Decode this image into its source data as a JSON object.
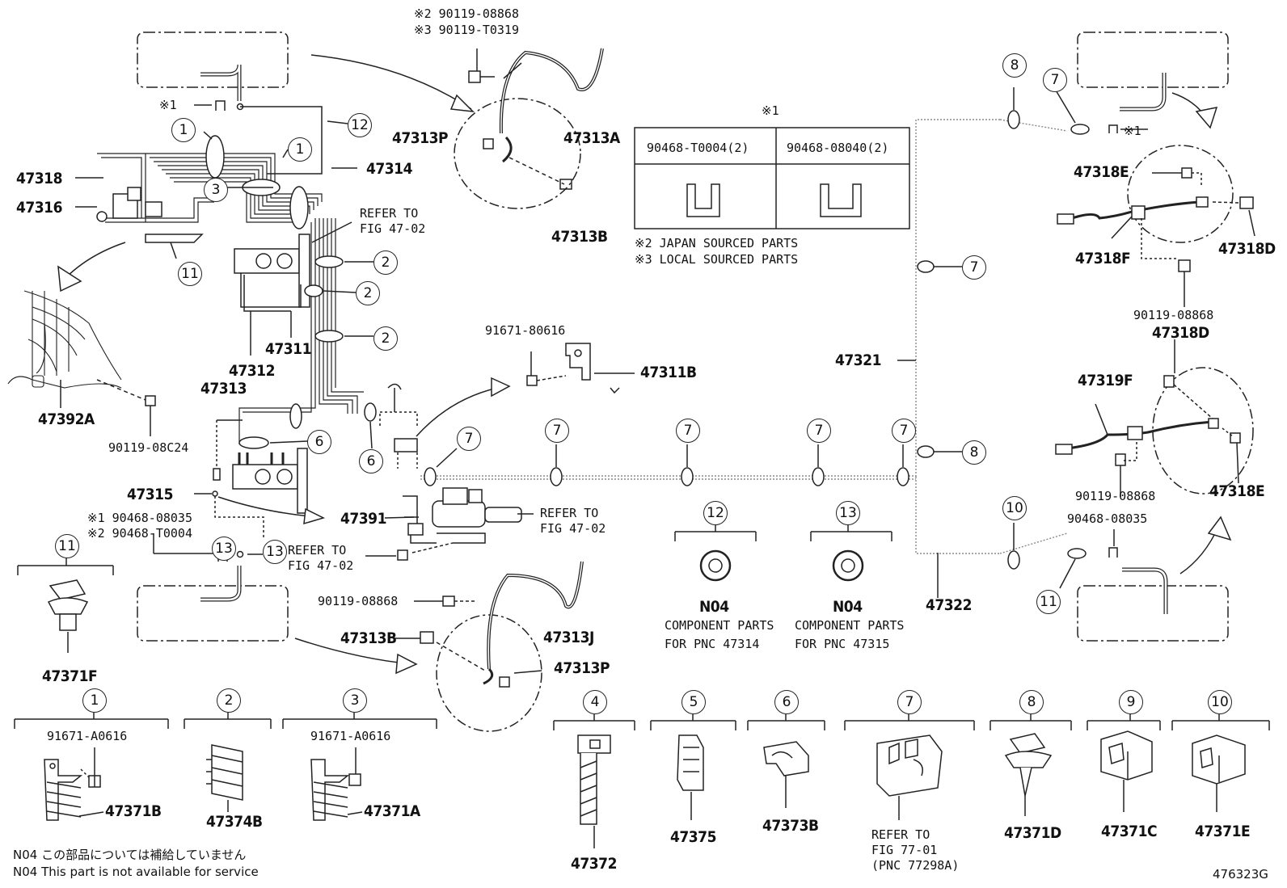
{
  "diagram_id": "476323G",
  "notes": {
    "n04_ja": "N04 この部品については補給していません",
    "n04_en": "N04 This part is not available for service",
    "japan_sourced": "※2 JAPAN SOURCED PARTS",
    "local_sourced": "※3 LOCAL SOURCED PARTS"
  },
  "table": {
    "mark": "※1",
    "col1": "90468-T0004(2)",
    "col2": "90468-08040(2)"
  },
  "labels": {
    "p90119_08868_j": "※2 90119-08868",
    "p90119_T0319": "※3 90119-T0319",
    "mark1_top": "※1",
    "p47313P_top": "47313P",
    "p47313A": "47313A",
    "p47313B_top": "47313B",
    "p47318": "47318",
    "p47316": "47316",
    "p47314": "47314",
    "refer_4702_a1": "REFER TO",
    "refer_4702_a2": "FIG 47-02",
    "p47311": "47311",
    "p47312": "47312",
    "p47313_mid": "47313",
    "p47392A": "47392A",
    "p90119_08C24": "90119-08C24",
    "p91671_80616": "91671-80616",
    "p47311B": "47311B",
    "p47315": "47315",
    "p90468_08035_left": "※1 90468-08035",
    "p90468_T0004_left": "※2 90468-T0004",
    "p47391": "47391",
    "refer_4702_b1": "REFER TO",
    "refer_4702_b2": "FIG 47-02",
    "refer_4702_c1": "REFER TO",
    "refer_4702_c2": "FIG 47-02",
    "p90119_08868_mid": "90119-08868",
    "p47313B_low": "47313B",
    "p47313J": "47313J",
    "p47313P_low": "47313P",
    "p47371F": "47371F",
    "p47321": "47321",
    "p47322": "47322",
    "p47318E_top": "47318E",
    "p47318F": "47318F",
    "p47318D_top": "47318D",
    "p90119_08868_r1": "90119-08868",
    "p47318D_mid": "47318D",
    "p47319F": "47319F",
    "p90119_08868_r2": "90119-08868",
    "p47318E_low": "47318E",
    "p90468_08035_right": "90468-08035",
    "mark1_right": "※1",
    "n04_a": "N04",
    "comp_a1": "COMPONENT PARTS",
    "comp_a2": "FOR PNC 47314",
    "n04_b": "N04",
    "comp_b1": "COMPONENT PARTS",
    "comp_b2": "FOR PNC 47315",
    "bot_91671_a": "91671-A0616",
    "bot_47371B": "47371B",
    "bot_47374B": "47374B",
    "bot_91671_b": "91671-A0616",
    "bot_47371A": "47371A",
    "bot_47372": "47372",
    "bot_47375": "47375",
    "bot_47373B": "47373B",
    "refer_7701_1": "REFER TO",
    "refer_7701_2": "FIG 77-01",
    "refer_7701_3": "(PNC 77298A)",
    "bot_47371D": "47371D",
    "bot_47371C": "47371C",
    "bot_47371E": "47371E"
  },
  "callouts": {
    "c1": "1",
    "c2": "2",
    "c3": "3",
    "c4": "4",
    "c5": "5",
    "c6": "6",
    "c7": "7",
    "c8": "8",
    "c9": "9",
    "c10": "10",
    "c11": "11",
    "c12": "12",
    "c13": "13"
  }
}
